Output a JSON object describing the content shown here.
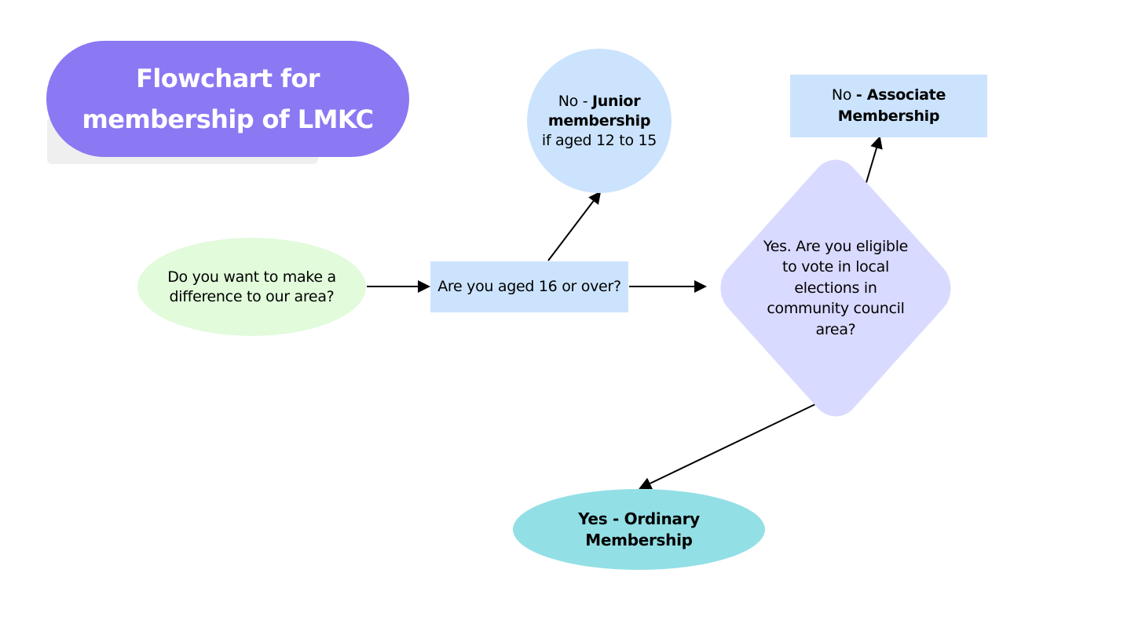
{
  "title": {
    "line1": "Flowchart for",
    "line2": "membership of LMKC"
  },
  "nodes": {
    "start": {
      "line1": "Do you want to make a",
      "line2": "difference to our area?"
    },
    "age_question": {
      "text": "Are you aged 16 or over?"
    },
    "junior": {
      "prefix": "No - ",
      "bold1": "Junior",
      "bold2": "membership",
      "line3": "if aged 12 to 15"
    },
    "eligibility_question": {
      "line1": "Yes.  Are you eligible",
      "line2": "to vote in local",
      "line3": "elections in",
      "line4": "community council",
      "line5": "area?"
    },
    "associate": {
      "prefix": "No ",
      "bold1": "- Associate",
      "bold2": "Membership"
    },
    "ordinary": {
      "line1": "Yes - Ordinary",
      "line2": "Membership"
    }
  },
  "colors": {
    "title_fill": "#8b78f3",
    "start_fill": "#e1fbdb",
    "box_fill": "#cce3fd",
    "diamond_fill": "#d9daff",
    "ordinary_fill": "#93dfe6"
  }
}
